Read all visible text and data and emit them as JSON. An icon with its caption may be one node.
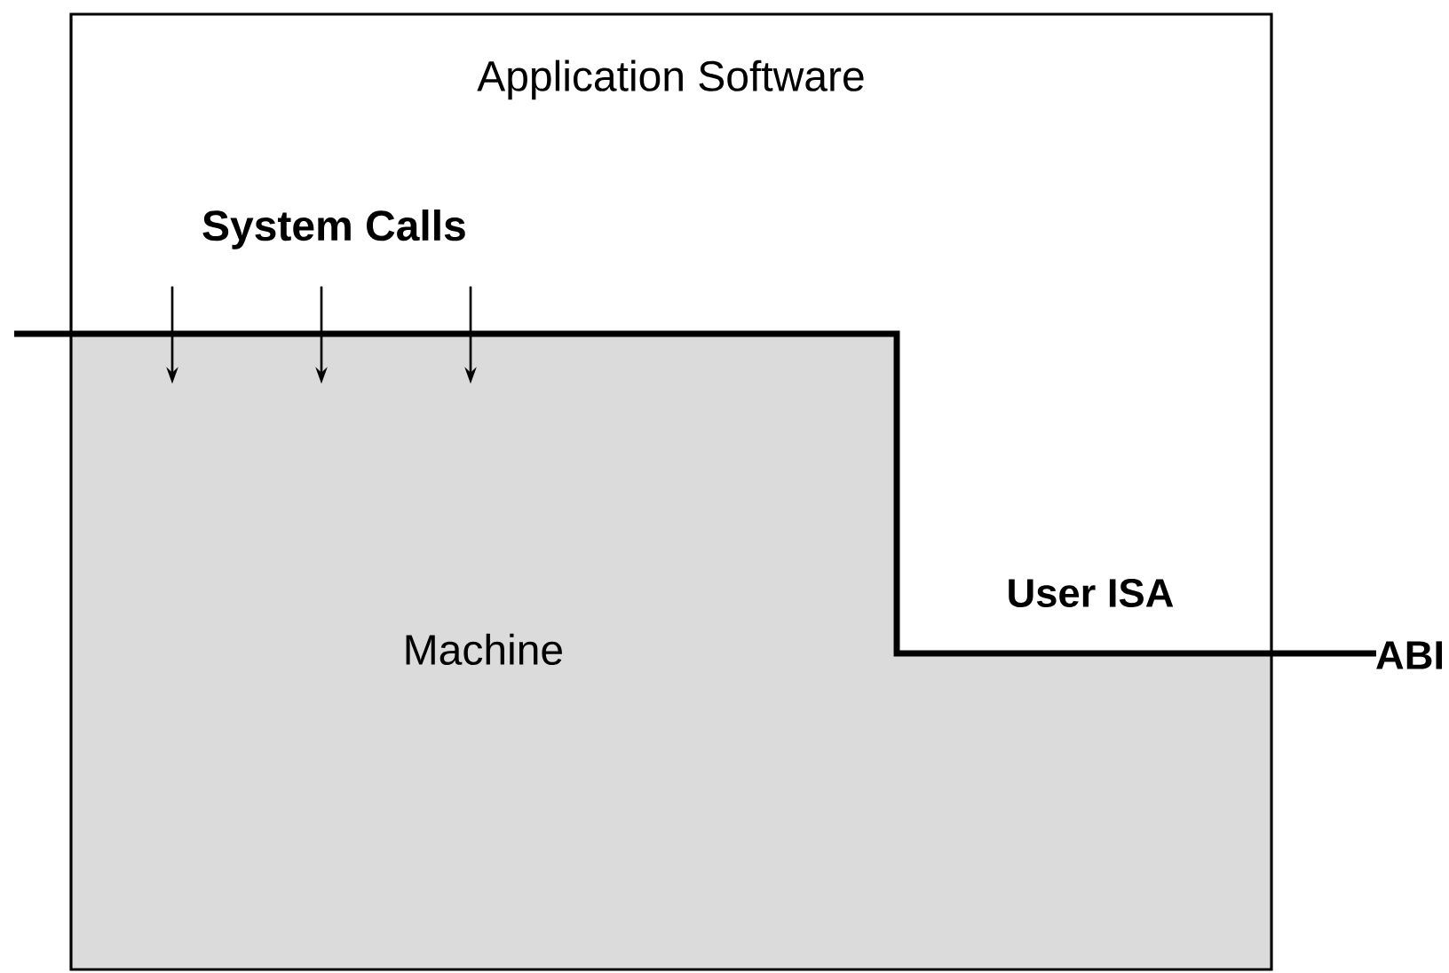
{
  "diagram": {
    "nodes": [
      {
        "text": [
          "Application Software"
        ]
      },
      {
        "text": [
          "Machine"
        ],
        "in": 0
      },
      {
        "text": [
          "System Calls"
        ],
        "in": 0
      }
    ],
    "edges": [
      {
        "from": 2,
        "to": 1,
        "arrow": "to"
      },
      {
        "from": 2,
        "to": 1,
        "arrow": "to"
      },
      {
        "from": 2,
        "to": 1,
        "arrow": "to"
      }
    ],
    "labels": [
      "User ISA",
      "ABI"
    ]
  }
}
